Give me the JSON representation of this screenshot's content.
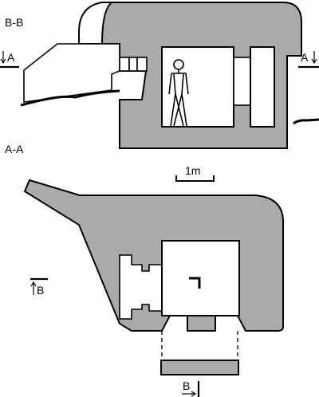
{
  "section_labels": {
    "upper": "B-B",
    "lower": "A-A"
  },
  "cut_markers": {
    "a_left": "A",
    "a_right": "A",
    "b_left": "B",
    "b_bottom": "B"
  },
  "scale_bar": {
    "label": "1m"
  },
  "colors": {
    "concrete": "#aaaaaa",
    "line": "#000000",
    "background": "#ffffff"
  }
}
